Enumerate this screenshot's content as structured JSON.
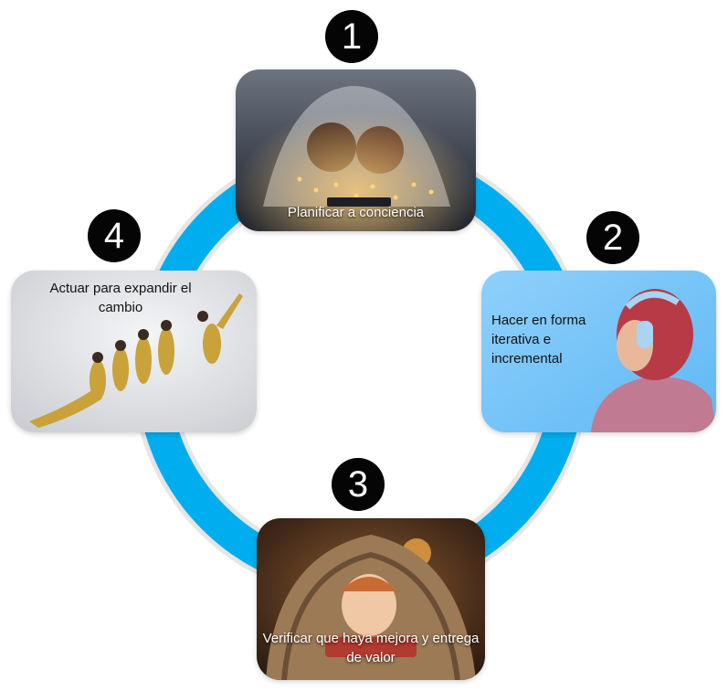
{
  "cycle": {
    "accent_color": "#00aeef",
    "steps": [
      {
        "number": "1",
        "label": "Planificar a conciencia"
      },
      {
        "number": "2",
        "label": "Hacer en forma iterativa e incremental"
      },
      {
        "number": "3",
        "label": "Verificar que haya mejora y entrega de valor"
      },
      {
        "number": "4",
        "label": "Actuar para expandir el cambio"
      }
    ]
  }
}
